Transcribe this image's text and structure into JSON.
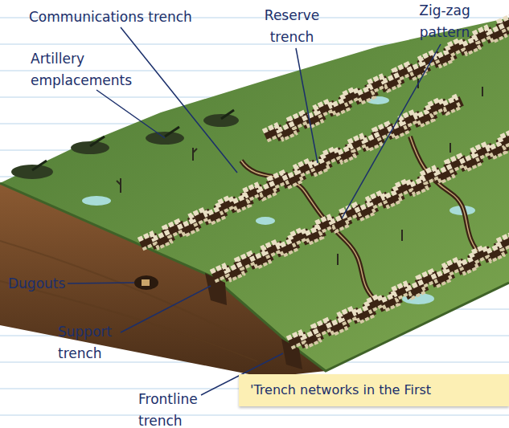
{
  "diagram": {
    "caption": "'Trench networks in the First",
    "labels": [
      "Communications trench",
      "Reserve trench",
      "Zig-zag pattern",
      "Artillery emplacements",
      "Dugouts",
      "Support trench",
      "Frontline trench"
    ]
  }
}
